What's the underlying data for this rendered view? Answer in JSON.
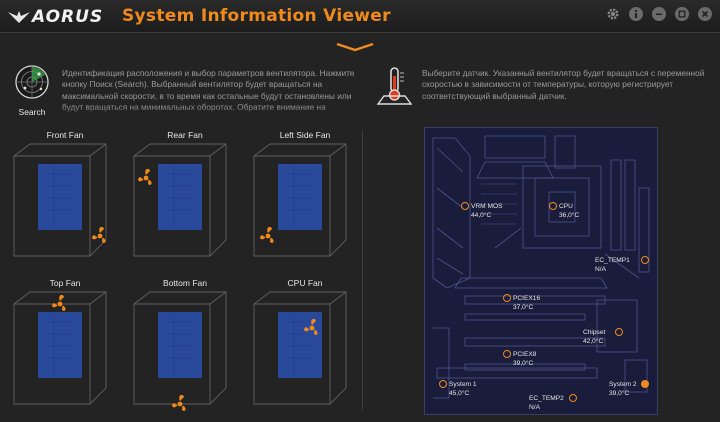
{
  "app": {
    "brand": "AORUS",
    "title": "System Information Viewer"
  },
  "colors": {
    "accent": "#f08a1c",
    "board": "#191c3a",
    "case_panel": "#2a4ea8"
  },
  "window_buttons": [
    "gear-icon",
    "info-icon",
    "minimize-icon",
    "restore-icon",
    "close-icon"
  ],
  "search": {
    "label": "Search"
  },
  "fan_info": "Идентификация расположения и выбор параметров вентилятора. Нажмите кнопку Поиск (Search). Выбранный вентилятор будет вращаться на максимальной скорости, в то время как остальные будут остановлены или будут вращаться на минимальных оборотах. Обратите внимание на расположение выбранного вентилятора и назначьте его соответствующую позицию.",
  "sensor_info": "Выберите датчик. Указанный вентилятор будет вращаться с переменной скоростью в зависимости от температуры, которую регистрирует соответствующий выбранный датчик.",
  "fans": [
    {
      "label": "Front Fan",
      "position": "front"
    },
    {
      "label": "Rear Fan",
      "position": "rear"
    },
    {
      "label": "Left Side Fan",
      "position": "side"
    },
    {
      "label": "Top Fan",
      "position": "top"
    },
    {
      "label": "Bottom Fan",
      "position": "bottom"
    },
    {
      "label": "CPU Fan",
      "position": "cpu"
    }
  ],
  "sensors": [
    {
      "name": "VRM MOS",
      "value": "44,0°C",
      "selected": false
    },
    {
      "name": "CPU",
      "value": "36,0°C",
      "selected": false
    },
    {
      "name": "EC_TEMP1",
      "value": "N/A",
      "selected": false
    },
    {
      "name": "PCIEX16",
      "value": "37,0°C",
      "selected": false
    },
    {
      "name": "Chipset",
      "value": "42,0°C",
      "selected": false
    },
    {
      "name": "PCIEX8",
      "value": "39,0°C",
      "selected": false
    },
    {
      "name": "System 1",
      "value": "45,0°C",
      "selected": false
    },
    {
      "name": "EC_TEMP2",
      "value": "N/A",
      "selected": false
    },
    {
      "name": "System 2",
      "value": "39,0°C",
      "selected": true
    }
  ]
}
